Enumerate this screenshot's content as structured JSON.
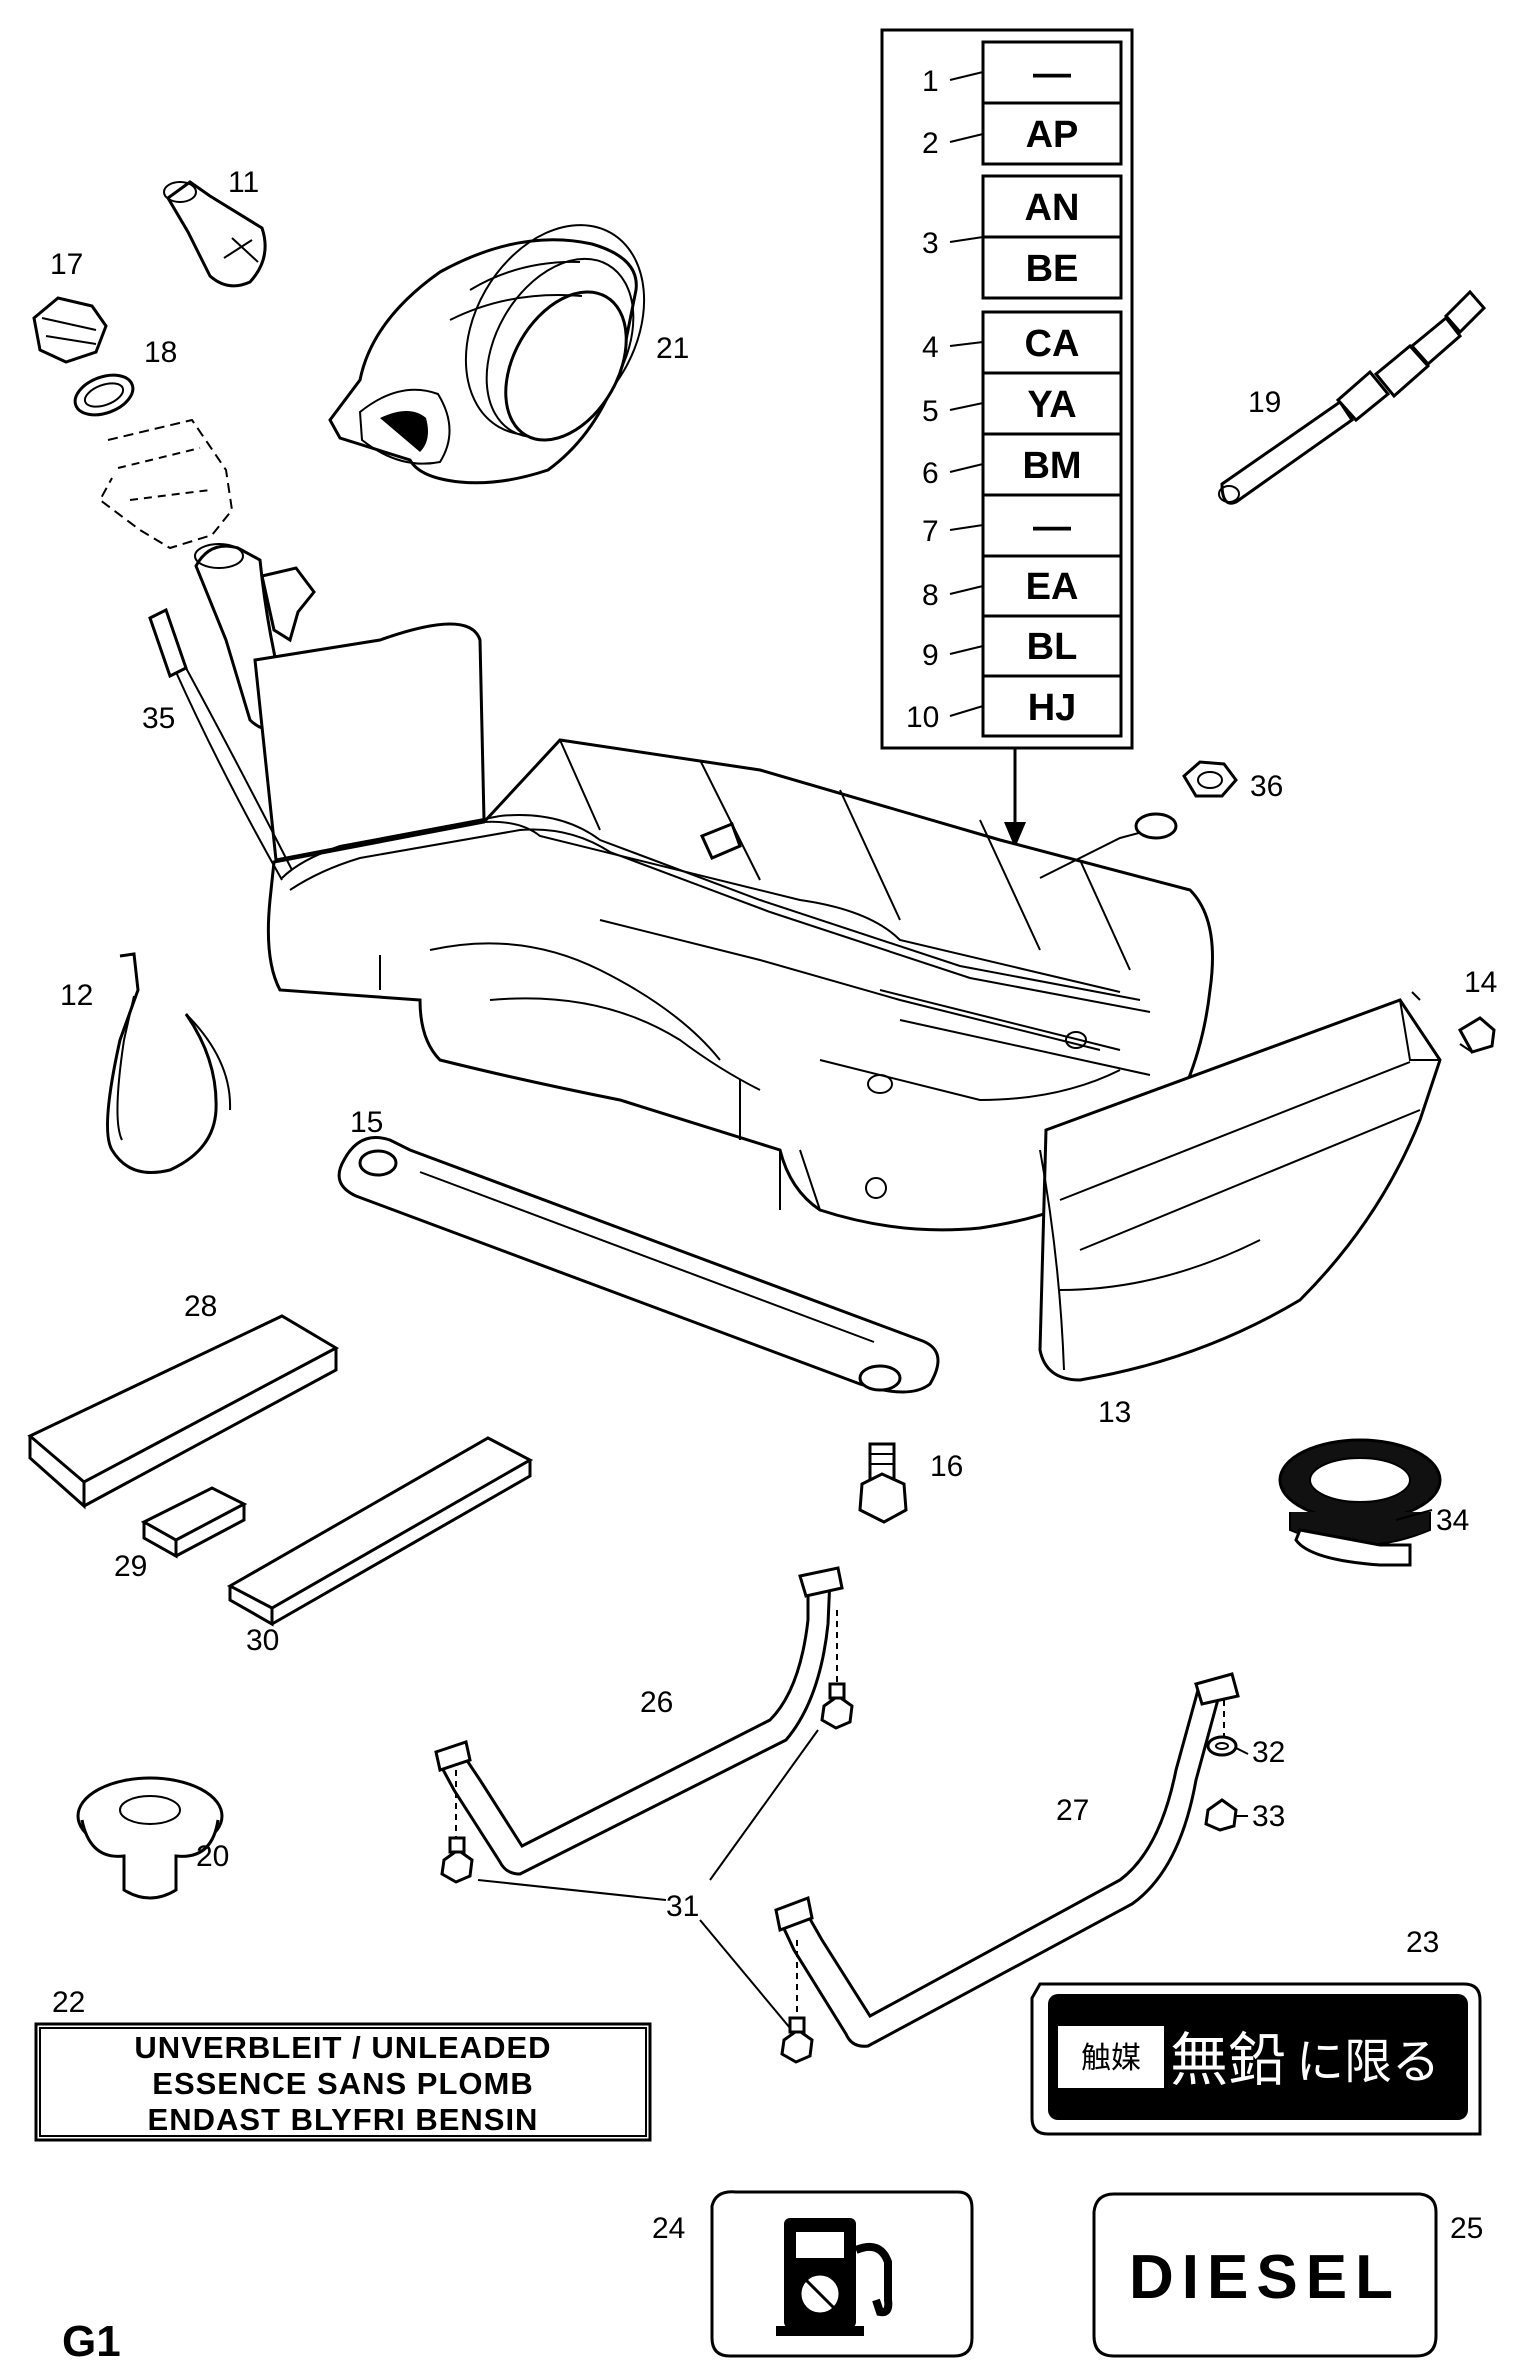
{
  "figure_id": "G1",
  "code_table": [
    {
      "no": "1",
      "code": "—"
    },
    {
      "no": "2",
      "code": "AP"
    },
    {
      "no": "3",
      "codes": [
        "AN",
        "BE"
      ]
    },
    {
      "no": "4",
      "code": "CA"
    },
    {
      "no": "5",
      "code": "YA"
    },
    {
      "no": "6",
      "code": "BM"
    },
    {
      "no": "7",
      "code": "—"
    },
    {
      "no": "8",
      "code": "EA"
    },
    {
      "no": "9",
      "code": "BL"
    },
    {
      "no": "10",
      "code": "HJ"
    }
  ],
  "callouts": [
    "11",
    "12",
    "13",
    "14",
    "15",
    "16",
    "17",
    "18",
    "19",
    "20",
    "21",
    "22",
    "23",
    "24",
    "25",
    "26",
    "27",
    "28",
    "29",
    "30",
    "31",
    "32",
    "33",
    "34",
    "35",
    "36"
  ],
  "label_22_lines": [
    "UNVERBLEIT / UNLEADED",
    "ESSENCE SANS PLOMB",
    "ENDAST BLYFRI BENSIN"
  ],
  "label_23": {
    "small": "触媒",
    "big": "無鉛",
    "tail": "に限る"
  },
  "label_25": "DIESEL"
}
